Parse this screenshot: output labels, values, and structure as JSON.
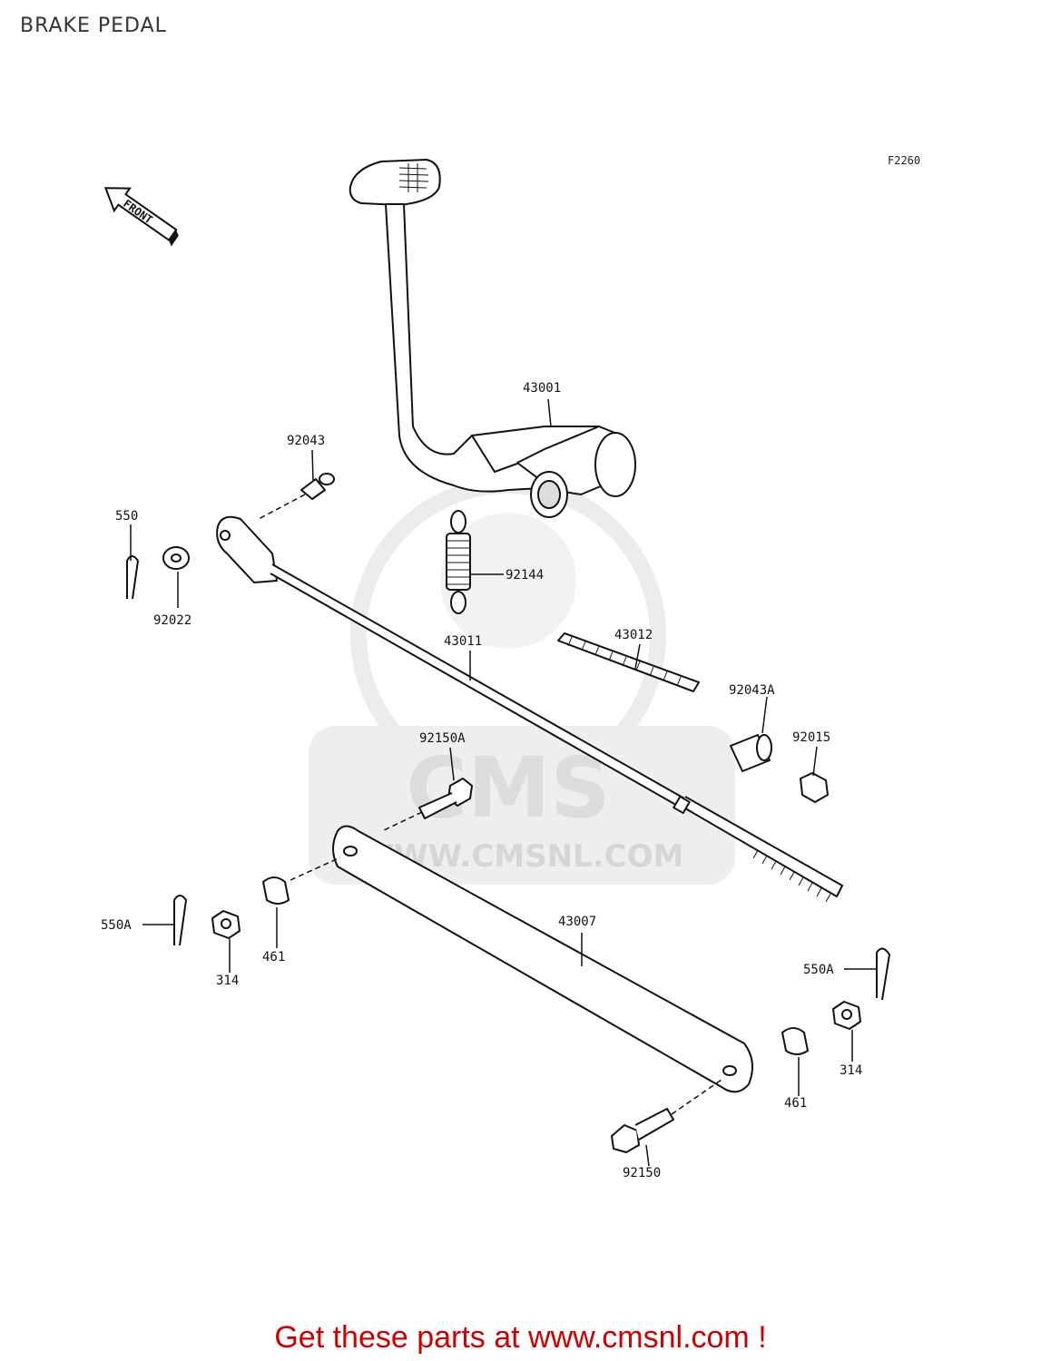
{
  "page": {
    "title": "BRAKE PEDAL",
    "diagram_code": "F2260"
  },
  "front_arrow": {
    "label": "FRONT"
  },
  "watermark": {
    "brand": "CMS",
    "url": "WWW.CMSNL.COM"
  },
  "parts": [
    {
      "id": "43001"
    },
    {
      "id": "92043"
    },
    {
      "id": "550"
    },
    {
      "id": "92022"
    },
    {
      "id": "92144"
    },
    {
      "id": "43012"
    },
    {
      "id": "43011"
    },
    {
      "id": "92043A"
    },
    {
      "id": "92015"
    },
    {
      "id": "92150A"
    },
    {
      "id": "550A"
    },
    {
      "id": "314"
    },
    {
      "id": "461"
    },
    {
      "id": "43007"
    },
    {
      "id": "550A"
    },
    {
      "id": "314"
    },
    {
      "id": "461"
    },
    {
      "id": "92150"
    }
  ],
  "footer": {
    "text": "Get these parts at www.cmsnl.com !"
  },
  "colors": {
    "footer": "#cc0000",
    "watermark": "#e8e8e8",
    "line": "#111111"
  }
}
